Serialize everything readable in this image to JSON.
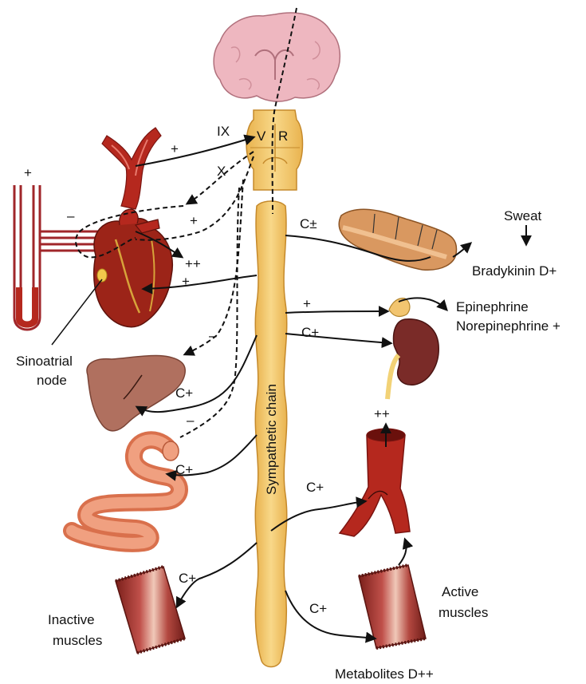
{
  "labels": {
    "ix": "IX",
    "v": "V",
    "r": "R",
    "x": "X",
    "vessel_plus": "+",
    "manometer_plus": "+",
    "manometer_minus": "–",
    "heart_vagal_plus": "+",
    "heart_pp": "++",
    "heart_symp_plus": "+",
    "sinoatrial": [
      "Sinoatrial",
      "node"
    ],
    "liver_minus": "–",
    "liver_c": "C+",
    "gut_minus": "–",
    "gut_c": "C+",
    "chain": "Sympathetic chain",
    "skin_c": "C±",
    "sweat": "Sweat",
    "bradykinin": "Bradykinin D+",
    "adrenal_plus": "+",
    "epinephrine": "Epinephrine",
    "norepinephrine": "Norepinephrine +",
    "kidney_c": "C+",
    "artery_pp": "++",
    "artery_c": "C+",
    "inactive_c": "C+",
    "inactive": [
      "Inactive",
      "muscles"
    ],
    "active_c": "C+",
    "active": [
      "Active",
      "muscles"
    ],
    "metabolites": "Metabolites D++"
  },
  "colors": {
    "brain": "#eeb7c0",
    "brain_stroke": "#b0707c",
    "cord": "#f5c868",
    "cord_stroke": "#c58a2c",
    "vessel": "#b5281e",
    "heart": "#9c2418",
    "liver": "#b0705f",
    "gut": "#e48a66",
    "skin": "#d99860",
    "kidney": "#7a2b28",
    "muscle": "#8e2a22"
  }
}
